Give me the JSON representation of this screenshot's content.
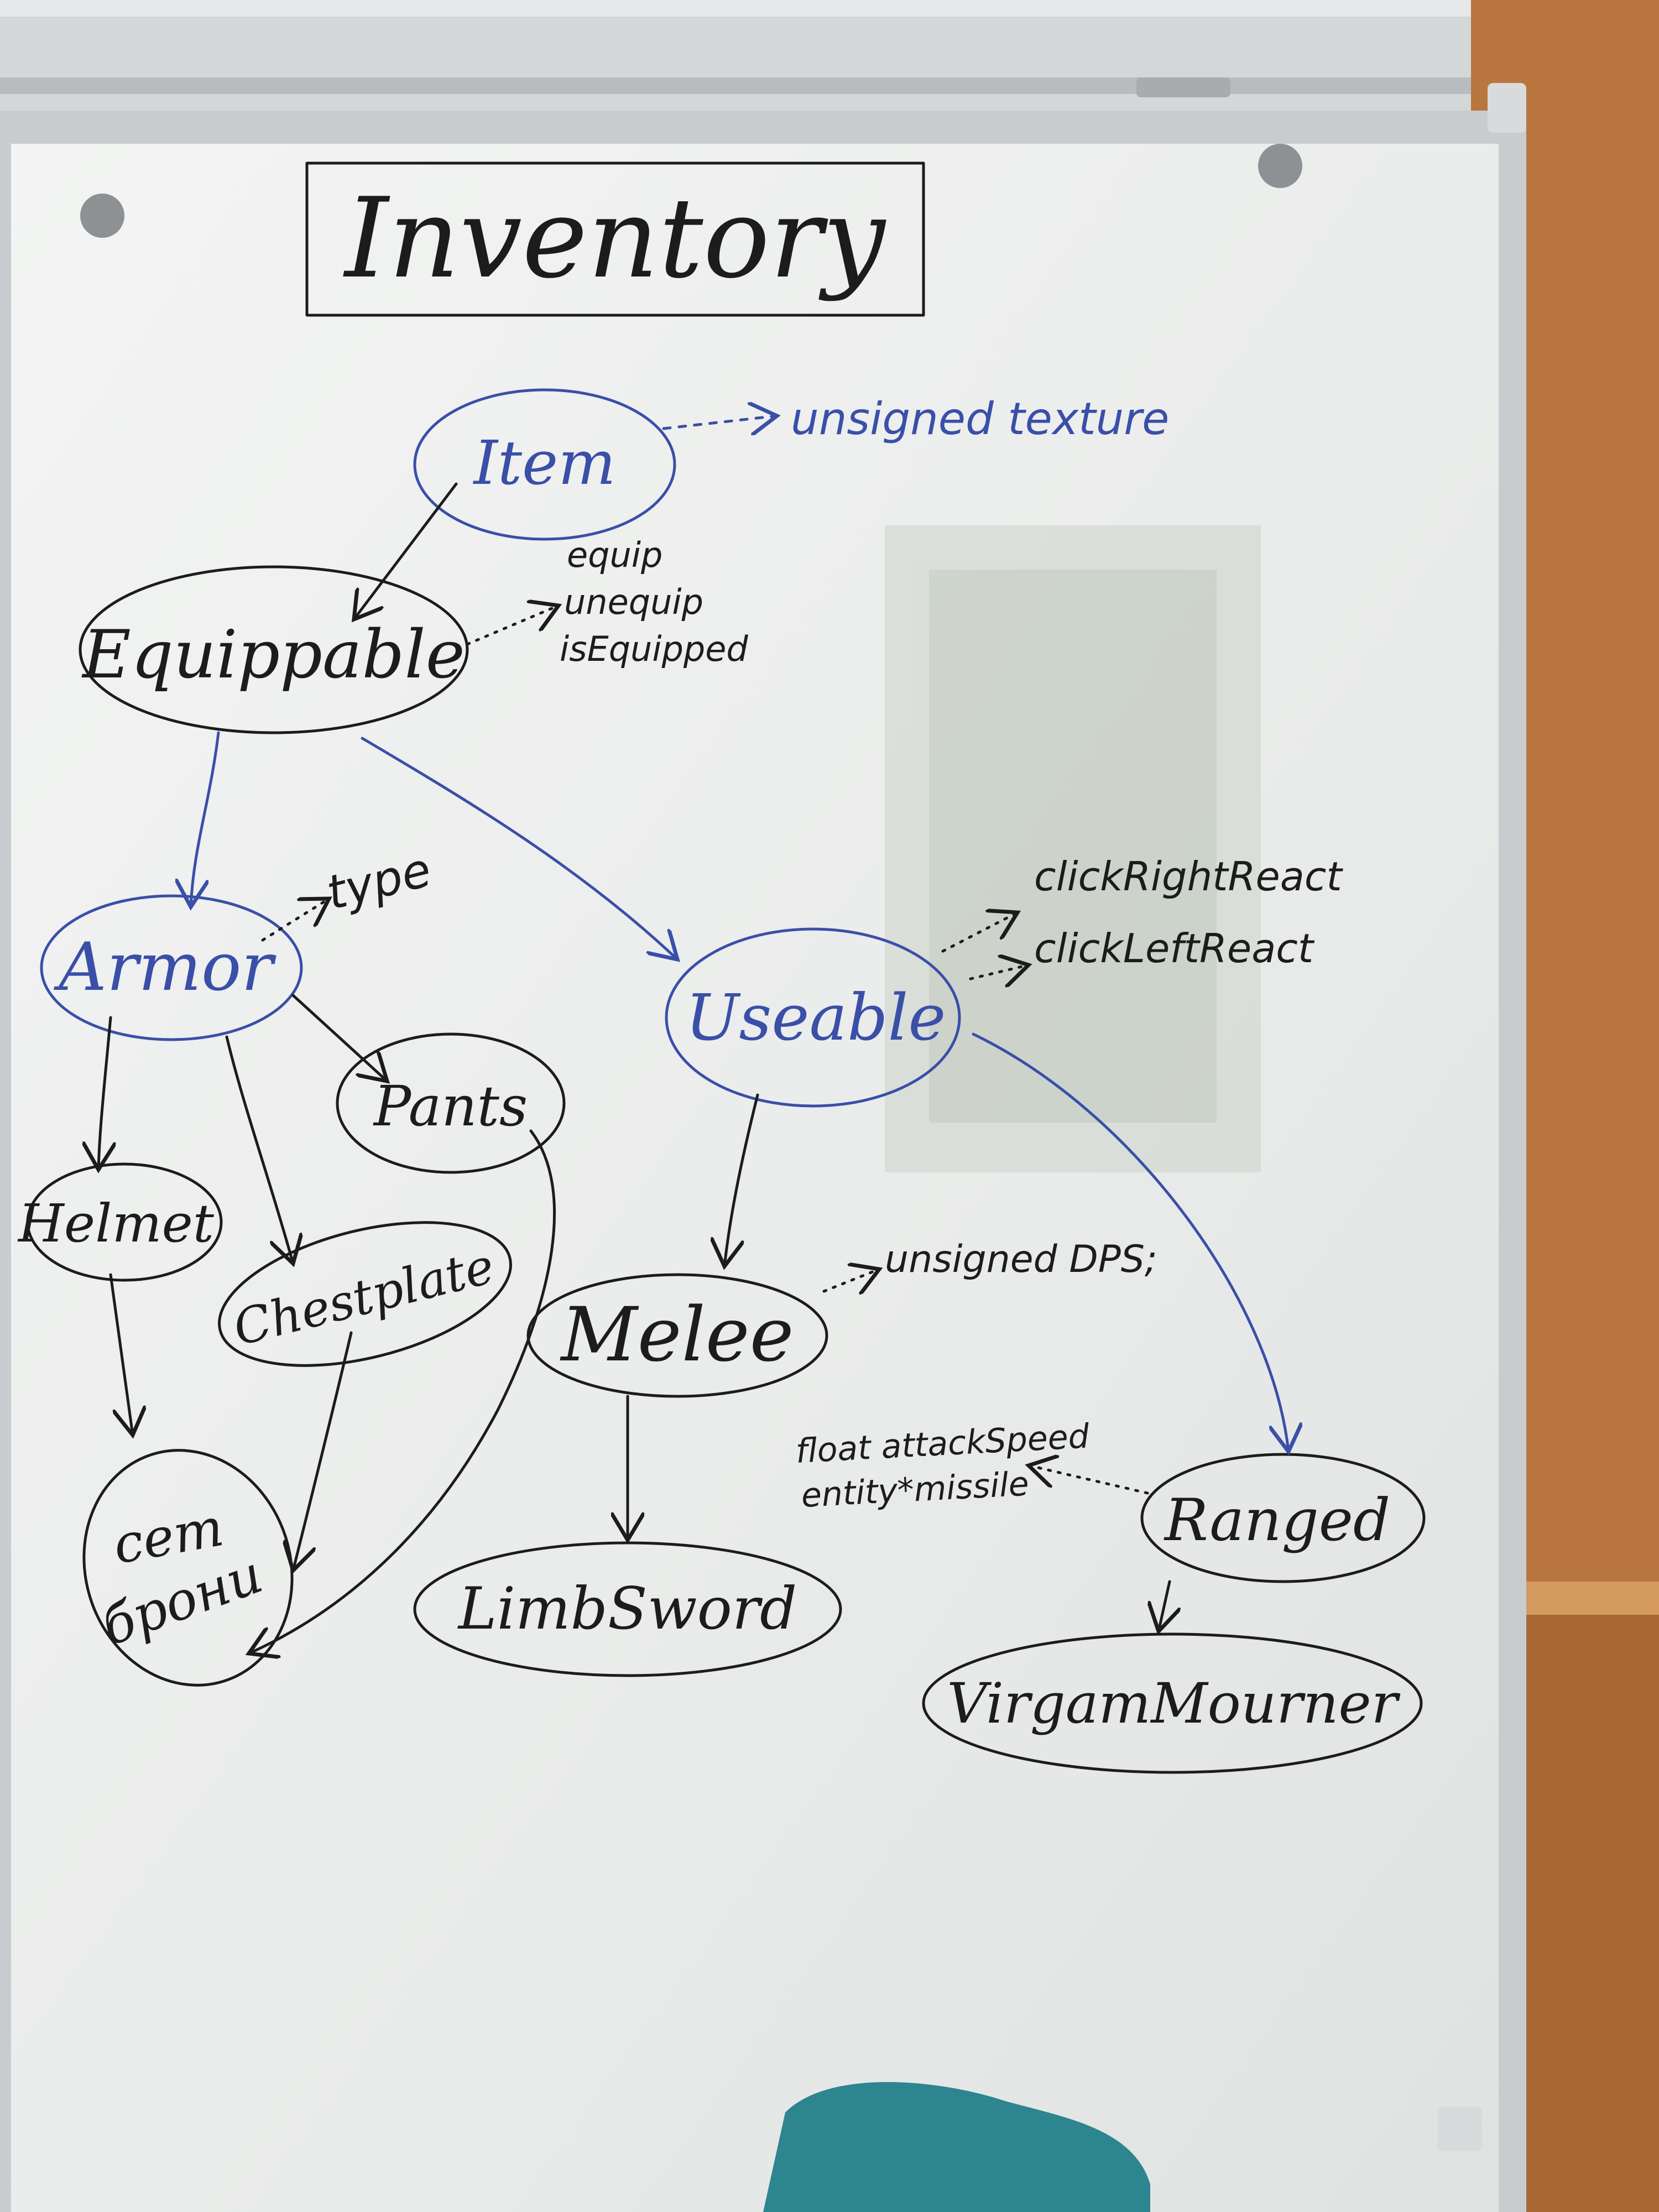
{
  "title": "Inventory",
  "nodes": {
    "item": "Item",
    "equippable": "Equippable",
    "armor": "Armor",
    "useable": "Useable",
    "pants": "Pants",
    "helmet": "Helmet",
    "chestplate": "Chestplate",
    "set": "сет",
    "set_sub": "брони",
    "melee": "Melee",
    "ranged": "Ranged",
    "limbsword": "LimbSword",
    "virgam": "VirgamMourner"
  },
  "notes": {
    "item_texture": "unsigned texture",
    "equip_methods": [
      "equip",
      "unequip",
      "isEquipped"
    ],
    "armor_type": "type",
    "click_right": "clickRightReact",
    "click_left": "clickLeftReact",
    "melee_dps": "unsigned DPS;",
    "ranged_attrs": [
      "float attackSpeed",
      "entity*missile"
    ]
  },
  "colors": {
    "ink_black": "#1c1c1c",
    "ink_blue": "#3a4fa8",
    "board": "#eef0ef",
    "frame": "#c9ccce",
    "wall": "#b9763f"
  }
}
